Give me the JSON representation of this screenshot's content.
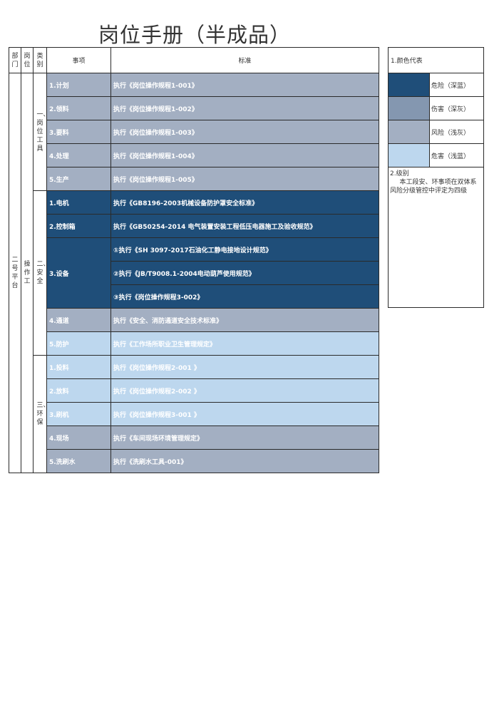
{
  "title": "岗位手册（半成品）",
  "headers": {
    "dept": "部门",
    "post": "岗位",
    "category": "类别",
    "item": "事项",
    "standard": "标准"
  },
  "dept": "二号平台",
  "post": "操作工",
  "categories": {
    "tools": "一、岗位工具",
    "safety": "二、安全",
    "env": "三、环保"
  },
  "rows": [
    {
      "item": "1.计划",
      "standard": "执行《岗位操作规程1-001》"
    },
    {
      "item": "2.领料",
      "standard": "执行《岗位操作规程1-002》"
    },
    {
      "item": "3.要料",
      "standard": "执行《岗位操作规程1-003》"
    },
    {
      "item": "4.处理",
      "standard": "执行《岗位操作规程1-004》"
    },
    {
      "item": "5.生产",
      "standard": "执行《岗位操作规程1-005》"
    },
    {
      "item": "1.电机",
      "standard": "执行《GB8196-2003机械设备防护罩安全标准》"
    },
    {
      "item": "2.控制箱",
      "standard": "执行《GB50254-2014 电气装置安装工程低压电器施工及验收规范》"
    },
    {
      "item": "3.设备",
      "standards": [
        "①执行《SH 3097-2017石油化工静电接地设计规范》",
        "②执行《JB/T9008.1-2004电动葫芦使用规范》",
        "③执行《岗位操作规程3-002》"
      ]
    },
    {
      "item": "4.通道",
      "standard": "执行《安全、消防通道安全技术标准》"
    },
    {
      "item": "5.防护",
      "standard": "执行《工作场所职业卫生管理规定》"
    },
    {
      "item": "1.投料",
      "standard": "执行《岗位操作规程2-001 》"
    },
    {
      "item": "2.放料",
      "standard": "执行《岗位操作规程2-002 》"
    },
    {
      "item": "3.刷机",
      "standard": "执行《岗位操作规程3-001 》"
    },
    {
      "item": "4.现场",
      "standard": "执行《车间现场环境管理规定》"
    },
    {
      "item": "5.洗刷水",
      "standard": "执行《洗刷水工具-001》"
    }
  ],
  "legend": {
    "heading": "1.颜色代表",
    "items": [
      {
        "label": "危险（深蓝）",
        "color": "#1f4e79"
      },
      {
        "label": "伤害（深灰）",
        "color": "#8497b0"
      },
      {
        "label": "风险（浅灰）",
        "color": "#a3afc2"
      },
      {
        "label": "危害（浅蓝）",
        "color": "#bdd7ee"
      }
    ],
    "note_heading": "2.级别",
    "note_text": "本工段安、环事项在双体系风险分级管控中评定为四级"
  },
  "colors": {
    "dark": "#1f4e79",
    "gray": "#a3afc2",
    "light": "#bdd7ee"
  }
}
